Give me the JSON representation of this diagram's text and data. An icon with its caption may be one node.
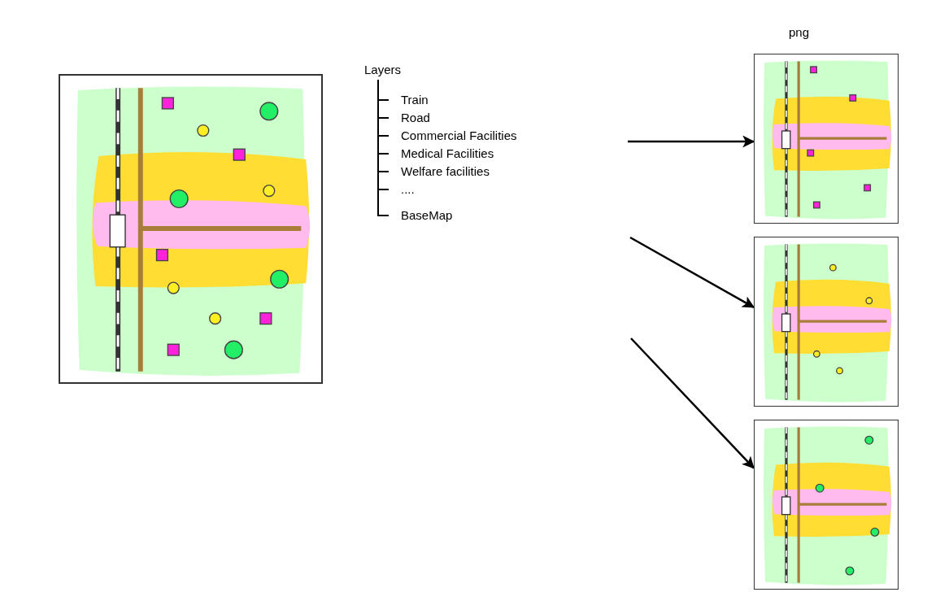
{
  "diagram": {
    "nodes": [
      {
        "text": [
          "Layers"
        ]
      },
      {
        "text": [
          "Train"
        ]
      },
      {
        "text": [
          "Road"
        ]
      },
      {
        "text": [
          "Commercial Facilities"
        ]
      },
      {
        "text": [
          "Medical Facilities"
        ]
      },
      {
        "text": [
          "Welfare facilities"
        ]
      },
      {
        "text": [
          "...."
        ]
      },
      {
        "text": [
          "BaseMap"
        ]
      },
      {
        "text": [],
        "shape": "picture"
      },
      {
        "text": [],
        "shape": "picture"
      },
      {
        "text": [],
        "shape": "picture"
      }
    ],
    "edges": [
      {
        "from": 0,
        "to": 1,
        "arrow": "none"
      },
      {
        "from": 0,
        "to": 2,
        "arrow": "none"
      },
      {
        "from": 0,
        "to": 3,
        "arrow": "none"
      },
      {
        "from": 0,
        "to": 4,
        "arrow": "none"
      },
      {
        "from": 0,
        "to": 5,
        "arrow": "none"
      },
      {
        "from": 0,
        "to": 6,
        "arrow": "none"
      },
      {
        "from": 0,
        "to": 7,
        "arrow": "none"
      },
      {
        "from": null,
        "to": 8,
        "arrow": "to"
      },
      {
        "from": null,
        "to": 9,
        "arrow": "to"
      },
      {
        "from": null,
        "to": 10,
        "arrow": "to"
      }
    ],
    "labels": [
      "png"
    ]
  }
}
